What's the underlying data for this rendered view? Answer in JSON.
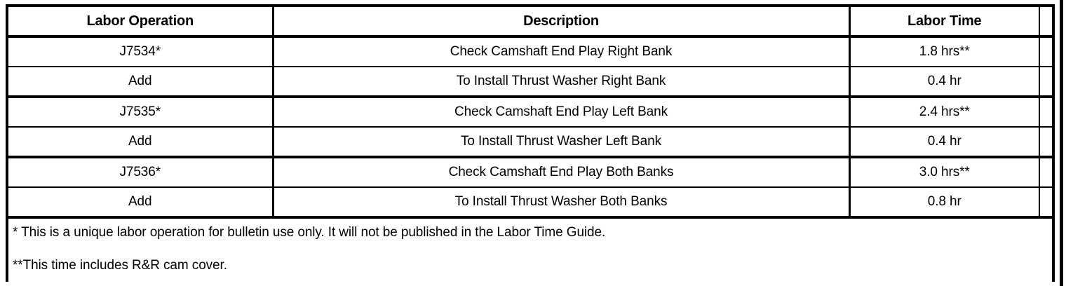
{
  "document": {
    "type": "labor-operation-table",
    "colors": {
      "ink": "#000000",
      "paper": "#ffffff"
    }
  },
  "table": {
    "headers": {
      "labor_operation": "Labor Operation",
      "description": "Description",
      "labor_time": "Labor Time",
      "spacer": ""
    },
    "rows": [
      {
        "labor_operation": "J7534*",
        "description": "Check Camshaft End Play Right Bank",
        "labor_time": "1.8 hrs**",
        "spacer": ""
      },
      {
        "labor_operation": "Add",
        "description": "To Install Thrust Washer Right Bank",
        "labor_time": "0.4 hr",
        "spacer": ""
      },
      {
        "labor_operation": "J7535*",
        "description": "Check Camshaft End Play Left Bank",
        "labor_time": "2.4 hrs**",
        "spacer": ""
      },
      {
        "labor_operation": "Add",
        "description": "To Install Thrust Washer Left Bank",
        "labor_time": "0.4 hr",
        "spacer": ""
      },
      {
        "labor_operation": "J7536*",
        "description": "Check Camshaft End Play Both Banks",
        "labor_time": "3.0 hrs**",
        "spacer": ""
      },
      {
        "labor_operation": "Add",
        "description": "To Install Thrust Washer Both Banks",
        "labor_time": "0.8 hr",
        "spacer": ""
      }
    ],
    "footnotes": [
      "* This is a unique labor operation for bulletin use only. It will not be published in the Labor Time Guide.",
      "**This time includes R&R cam cover."
    ]
  }
}
